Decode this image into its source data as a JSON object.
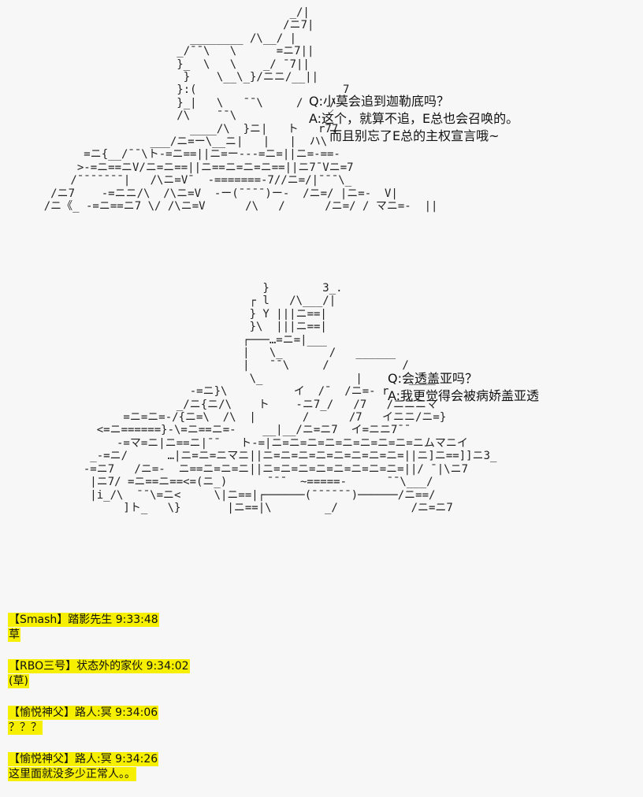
{
  "ascii_art": {
    "top": "                                         _/|\n                                        /ニ7|\n                          ________ /\\__/ |\n                        _/¯¯\\   \\      =ニ7||\n                        }_  \\   \\    _/ ̄ ̄7||\n                         }    \\__\\_}/ニニ/__||\n                        }:(                      7\n                        }_|   \\   ¯¯\\     /    /\n                        /\\    ¯¯\\             ／\n                          ____/\\  }ニ|   ト   r77\n                    ___/ニ=ー\\__ニ|   |   |  ハ\\\n          =ニ{__/¯¯\\ト-=ニ==||ニ=ー---=ニ=||ニ=-==-\n         >-=ニ==ニV/ニ=ニ==||ニ==ニ=ニ=ニ==||ニ7¯Vニ=7\n        /¯¯¯¯¯¯¯|   /\\ニ=V¯  -=======-7//ニ=/|¯¯¯\\_\n     /ニ7    -=ニニ/\\  /\\ニ=V  -ー(¯¯¯¯)ー-  /ニ=/ |ニ=-  V|\n    /ニ《_ -=ニ==ニ7 \\/ /\\ニ=V      /\\   /      /ニ=/ / マニ=-  ||",
    "bottom": "                                    }        3_.\n                                  ┌ l   /\\___/|\n                                  } Y |||ニ==|\n                                  }\\  |||ニ==|\n                                 ┌───…=ニ=|___\n                                 |   \\_       /   ______\n                                 |   ¯¯\\     /           /\n                                  \\_              |       ____\n                         -=ニ}\\          イ  /¯  /ニ=- r\n                       _/ニ{ニ/\\    ト    -ニ7_/   /7   /ニニニマ\n               =ニ=ニ=-/{ニ=\\  /\\  |       /      /7   イニニ/ニ=}\n           <=ニ======}-\\=ニ==ニ=-    __|__/ニ=ニ7  イ=ニニ7¯¯\n              -=マ=ニ|ニ==ニ|¯¯   ト-=|ニ=ニ=ニ=ニ=ニ=ニ=ニ=ニ=ニムマニイ\n          _-=ニ/      …|ニ=ニ=ニマニ||ニ=ニ=ニ=ニ=ニ=ニ=ニ=ニ=||ニ]ニ==]]ニ3_\n         -=ニ7   /ニ=-  ニ==ニ=ニ=ニ||ニ=ニ=ニ=ニ=ニ=ニ=ニ=ニ=||/ ¯|\\ニ7\n          |ニ7/ =ニ==ニ==<=(ニ_)      ¯¯¯  ~=====-      ¯¯\\___/\n          |i_/\\  ¯¯\\=ニ<     \\|ニ==|┌──────(¯¯¯¯¯¯)──────/ニ==/\n               ]ト_   \\}       |ニ==|\\        _/           /ニ=ニ7"
  },
  "dialog_top": {
    "line1": "Q:小莫会追到迦勒底吗？",
    "line2": "A:这个，就算不追，E总也会召唤的。",
    "line3": "而且别忘了E总的主权宣言哦~"
  },
  "dialog_bottom": {
    "line1": "Q:会透盖亚吗？",
    "line2": "A:我更觉得会被病娇盖亚透"
  },
  "comments": [
    {
      "meta": "【Smash】踏影先生  9:33:48",
      "text": "草"
    },
    {
      "meta": "【RBO三号】状态外的家伙  9:34:02",
      "text": "(草)"
    },
    {
      "meta": "【愉悦神父】路人:冥  9:34:06",
      "text": "？？？"
    },
    {
      "meta": "【愉悦神父】路人:冥  9:34:26",
      "text": "这里面就没多少正常人。。"
    }
  ],
  "colors": {
    "background": "#f7f7f7",
    "highlight": "#f6f000",
    "text": "#111111"
  }
}
